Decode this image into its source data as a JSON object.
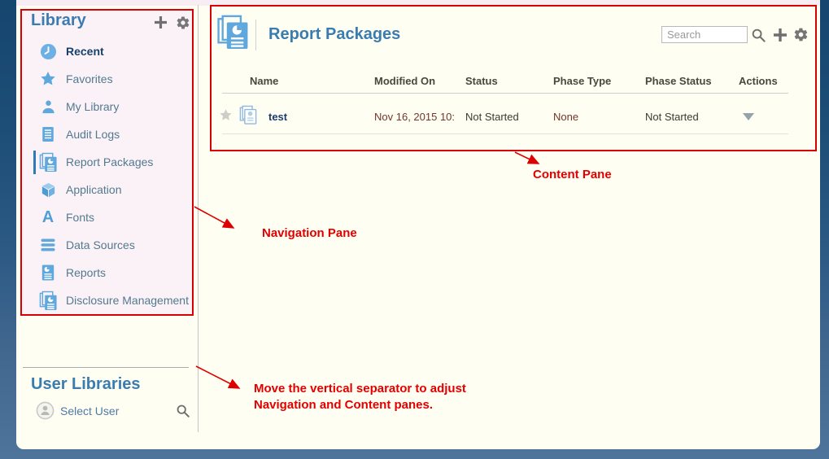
{
  "navigation": {
    "title": "Library",
    "toolbar": {
      "add_icon": "plus-icon",
      "settings_icon": "gear-icon"
    },
    "items": [
      {
        "label": "Recent",
        "icon": "clock-icon",
        "state": "active"
      },
      {
        "label": "Favorites",
        "icon": "star-icon",
        "state": "normal"
      },
      {
        "label": "My Library",
        "icon": "user-icon",
        "state": "normal"
      },
      {
        "label": "Audit Logs",
        "icon": "document-lines-icon",
        "state": "normal"
      },
      {
        "label": "Report Packages",
        "icon": "report-packages-icon",
        "state": "selected"
      },
      {
        "label": "Application",
        "icon": "cube-icon",
        "state": "normal"
      },
      {
        "label": "Fonts",
        "icon": "letter-a-icon",
        "state": "normal"
      },
      {
        "label": "Data Sources",
        "icon": "stacked-bars-icon",
        "state": "normal"
      },
      {
        "label": "Reports",
        "icon": "report-doc-icon",
        "state": "normal"
      },
      {
        "label": "Disclosure Management",
        "icon": "report-packages-icon",
        "state": "normal"
      }
    ],
    "fonts_icon_letter": "A",
    "user_libraries": {
      "title": "User Libraries",
      "select_user_label": "Select User",
      "search_icon": "magnifier-icon"
    }
  },
  "content": {
    "title": "Report Packages",
    "title_icon": "report-packages-icon",
    "search_placeholder": "Search",
    "toolbar_icons": [
      "magnifier-icon",
      "plus-icon",
      "gear-icon"
    ],
    "table": {
      "columns": [
        "Name",
        "Modified On",
        "Status",
        "Phase Type",
        "Phase Status",
        "Actions"
      ],
      "rows": [
        {
          "favorite_icon": "star-outline-icon",
          "doc_icon": "report-package-doc-icon",
          "name": "test",
          "modified_on": "Nov 16, 2015 10:",
          "status": "Not Started",
          "phase_type": "None",
          "phase_status": "Not Started",
          "actions_icon": "dropdown-caret-icon"
        }
      ]
    }
  },
  "annotations": {
    "content_pane_label": "Content Pane",
    "navigation_pane_label": "Navigation Pane",
    "separator_note_line1": "Move the vertical separator to adjust",
    "separator_note_line2": "Navigation and Content panes.",
    "text_color": "#e30000",
    "box_color": "#d80000"
  },
  "colors": {
    "heading_blue": "#3a7cb0",
    "icon_blue": "#5fa8dd",
    "selected_bar_blue": "#2e7ab8",
    "nav_text": "#53798f",
    "active_item_text": "#17406d",
    "table_text": "#3c3b33",
    "maroon_text": "#6f372c",
    "page_background": "#fffef2",
    "nav_background": "#fbf2f8",
    "frame_top": "#1d4e77",
    "frame_bottom": "#4f749b"
  }
}
